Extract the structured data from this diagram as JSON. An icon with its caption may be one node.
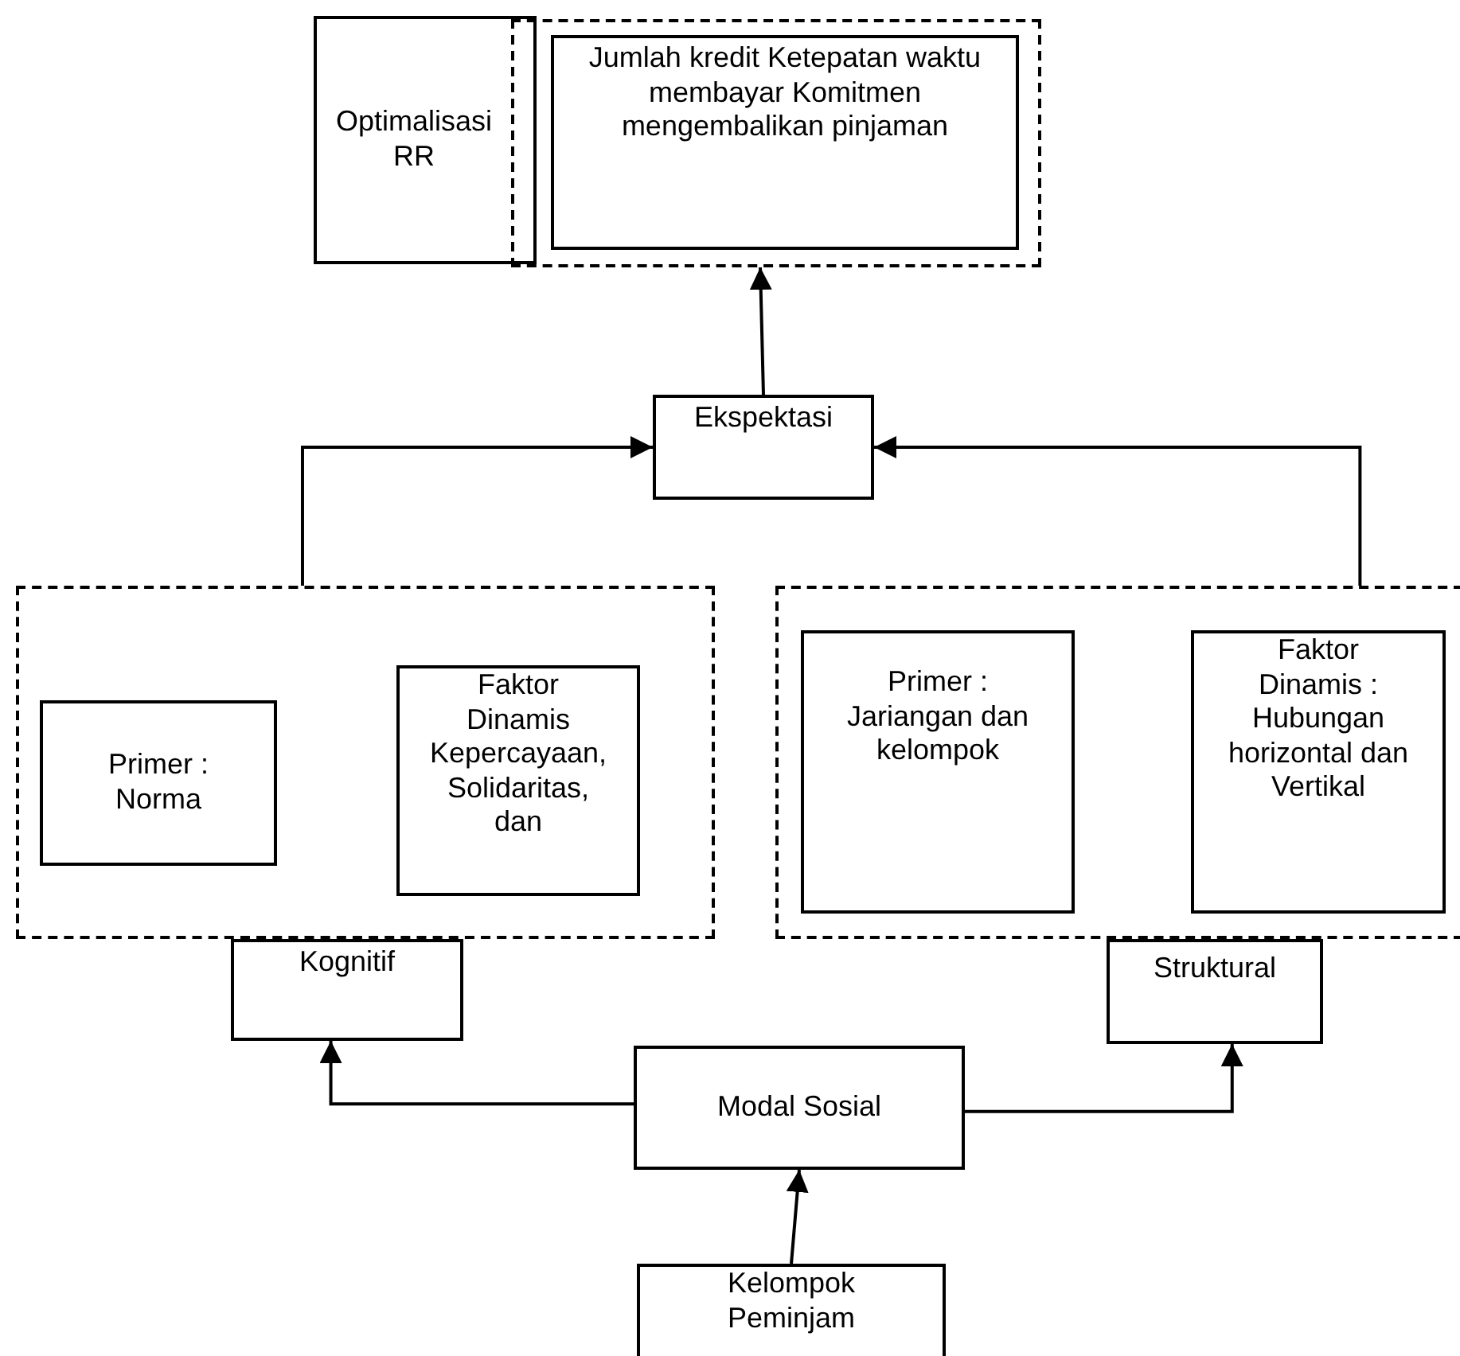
{
  "diagram": {
    "nodes": [
      {
        "text": [
          "Optimalisasi RR"
        ]
      },
      {
        "text": [],
        "shape": "box"
      },
      {
        "text": [
          "Jumlah kredit Ketepatan  waktu membayar Komitmen mengembalikan pinjaman"
        ],
        "in": 1
      },
      {
        "text": [
          "Ekspektasi"
        ]
      },
      {
        "text": [],
        "shape": "box"
      },
      {
        "text": [
          "Primer : Norma"
        ],
        "in": 4
      },
      {
        "text": [
          "Faktor Dinamis Kepercayaan, Solidaritas, dan"
        ],
        "in": 4
      },
      {
        "text": [],
        "shape": "box"
      },
      {
        "text": [
          "Primer : Jariangan dan kelompok"
        ],
        "in": 7
      },
      {
        "text": [
          "Faktor Dinamis : Hubungan horizontal dan Vertikal"
        ],
        "in": 7
      },
      {
        "text": [
          "Kognitif"
        ]
      },
      {
        "text": [
          "Struktural"
        ]
      },
      {
        "text": [
          "Modal Sosial"
        ]
      },
      {
        "text": [
          "Kelompok Peminjam"
        ]
      }
    ],
    "edges": [
      {
        "from": 3,
        "to": 1,
        "arrow": "to"
      },
      {
        "from": 4,
        "to": 3,
        "arrow": "to"
      },
      {
        "from": 7,
        "to": 3,
        "arrow": "to"
      },
      {
        "from": 12,
        "to": 10,
        "arrow": "to"
      },
      {
        "from": 12,
        "to": 11,
        "arrow": "to"
      },
      {
        "from": 13,
        "to": 12,
        "arrow": "to"
      }
    ]
  }
}
